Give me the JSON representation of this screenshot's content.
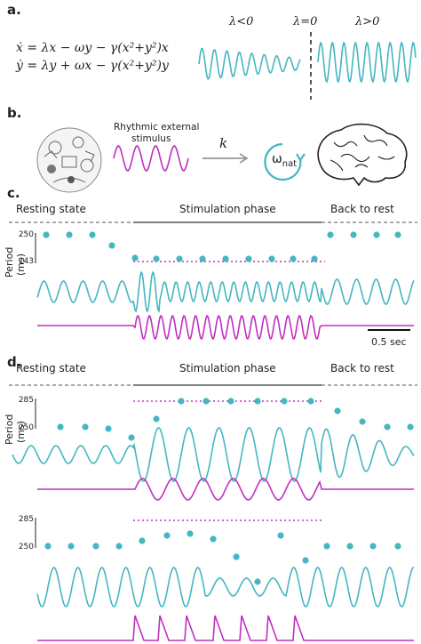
{
  "panel_a": {
    "label": "a.",
    "eq1": "ẋ = λx − ωy − γ(x²+y²)x",
    "eq2": "ẏ = λy + ωx − γ(x²+y²)y",
    "regime_neg": "λ<0",
    "regime_zero": "λ=0",
    "regime_pos": "λ>0"
  },
  "panel_b": {
    "label": "b.",
    "stimulus_line1": "Rhythmic external",
    "stimulus_line2": "stimulus",
    "coupling": "k",
    "omega": "ω",
    "omega_sub": "nat"
  },
  "panel_c": {
    "label": "c.",
    "phase_rest": "Resting state",
    "phase_stim": "Stimulation phase",
    "phase_back": "Back to rest",
    "ylabel_1": "Period",
    "ylabel_2": "(ms)",
    "tick_high": "250",
    "tick_low": "143",
    "scale_bar": "0.5 sec"
  },
  "panel_d": {
    "label": "d.",
    "phase_rest": "Resting state",
    "phase_stim": "Stimulation phase",
    "phase_back": "Back to rest",
    "ylabel_1": "Period",
    "ylabel_2": "(ms)",
    "tick_high": "285",
    "tick_low": "250",
    "tick_high_2": "285",
    "tick_low_2": "250"
  },
  "colors": {
    "teal": "#45b6c2",
    "magenta": "#c02fc0",
    "text": "#1f1f1f",
    "dash": "#555555"
  },
  "icons": {
    "stimulus-collage": "doodle-circle",
    "brain": "brain-outline",
    "oscillator": "circular-arrow"
  }
}
